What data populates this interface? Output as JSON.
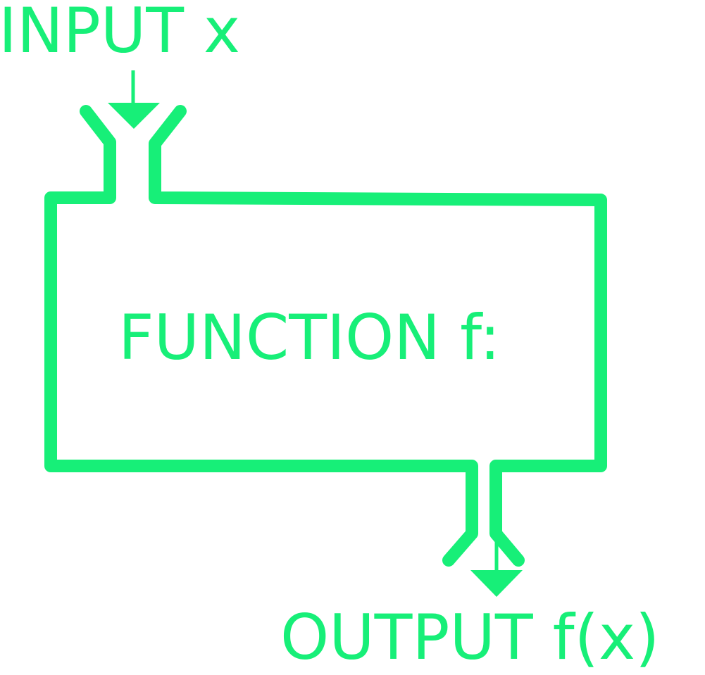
{
  "colors": {
    "stroke": "#17ef78",
    "text": "#17ef78",
    "background": "#ffffff"
  },
  "labels": {
    "input": "INPUT x",
    "function": "FUNCTION f:",
    "output": "OUTPUT f(x)"
  }
}
